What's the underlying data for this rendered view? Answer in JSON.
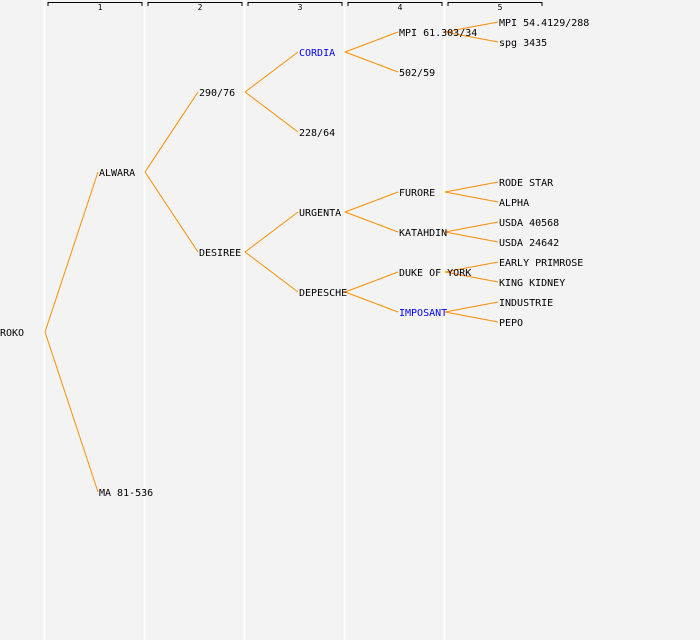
{
  "colors": {
    "background": "#f3f3f3",
    "line": "#ff8c00",
    "text": "#000000",
    "highlight": "#0000ff",
    "separator": "#ffffff"
  },
  "generations": [
    "1",
    "2",
    "3",
    "4",
    "5"
  ],
  "pedigree": {
    "name": "ROKO",
    "children": [
      {
        "name": "ALWARA",
        "children": [
          {
            "name": "290/76",
            "children": [
              {
                "name": "CORDIA",
                "highlight": true,
                "children": [
                  {
                    "name": "MPI 61.303/34",
                    "children": [
                      {
                        "name": "MPI 54.4129/288"
                      },
                      {
                        "name": "spg 3435"
                      }
                    ]
                  },
                  {
                    "name": "502/59"
                  }
                ]
              },
              {
                "name": "228/64"
              }
            ]
          },
          {
            "name": "DESIREE",
            "children": [
              {
                "name": "URGENTA",
                "children": [
                  {
                    "name": "FURORE",
                    "children": [
                      {
                        "name": "RODE STAR"
                      },
                      {
                        "name": "ALPHA"
                      }
                    ]
                  },
                  {
                    "name": "KATAHDIN",
                    "children": [
                      {
                        "name": "USDA 40568"
                      },
                      {
                        "name": "USDA 24642"
                      }
                    ]
                  }
                ]
              },
              {
                "name": "DEPESCHE",
                "children": [
                  {
                    "name": "DUKE OF YORK",
                    "children": [
                      {
                        "name": "EARLY PRIMROSE"
                      },
                      {
                        "name": "KING KIDNEY"
                      }
                    ]
                  },
                  {
                    "name": "IMPOSANT",
                    "highlight": true,
                    "children": [
                      {
                        "name": "INDUSTRIE"
                      },
                      {
                        "name": "PEPO"
                      }
                    ]
                  }
                ]
              }
            ]
          }
        ]
      },
      {
        "name": "MA 81-536"
      }
    ]
  }
}
